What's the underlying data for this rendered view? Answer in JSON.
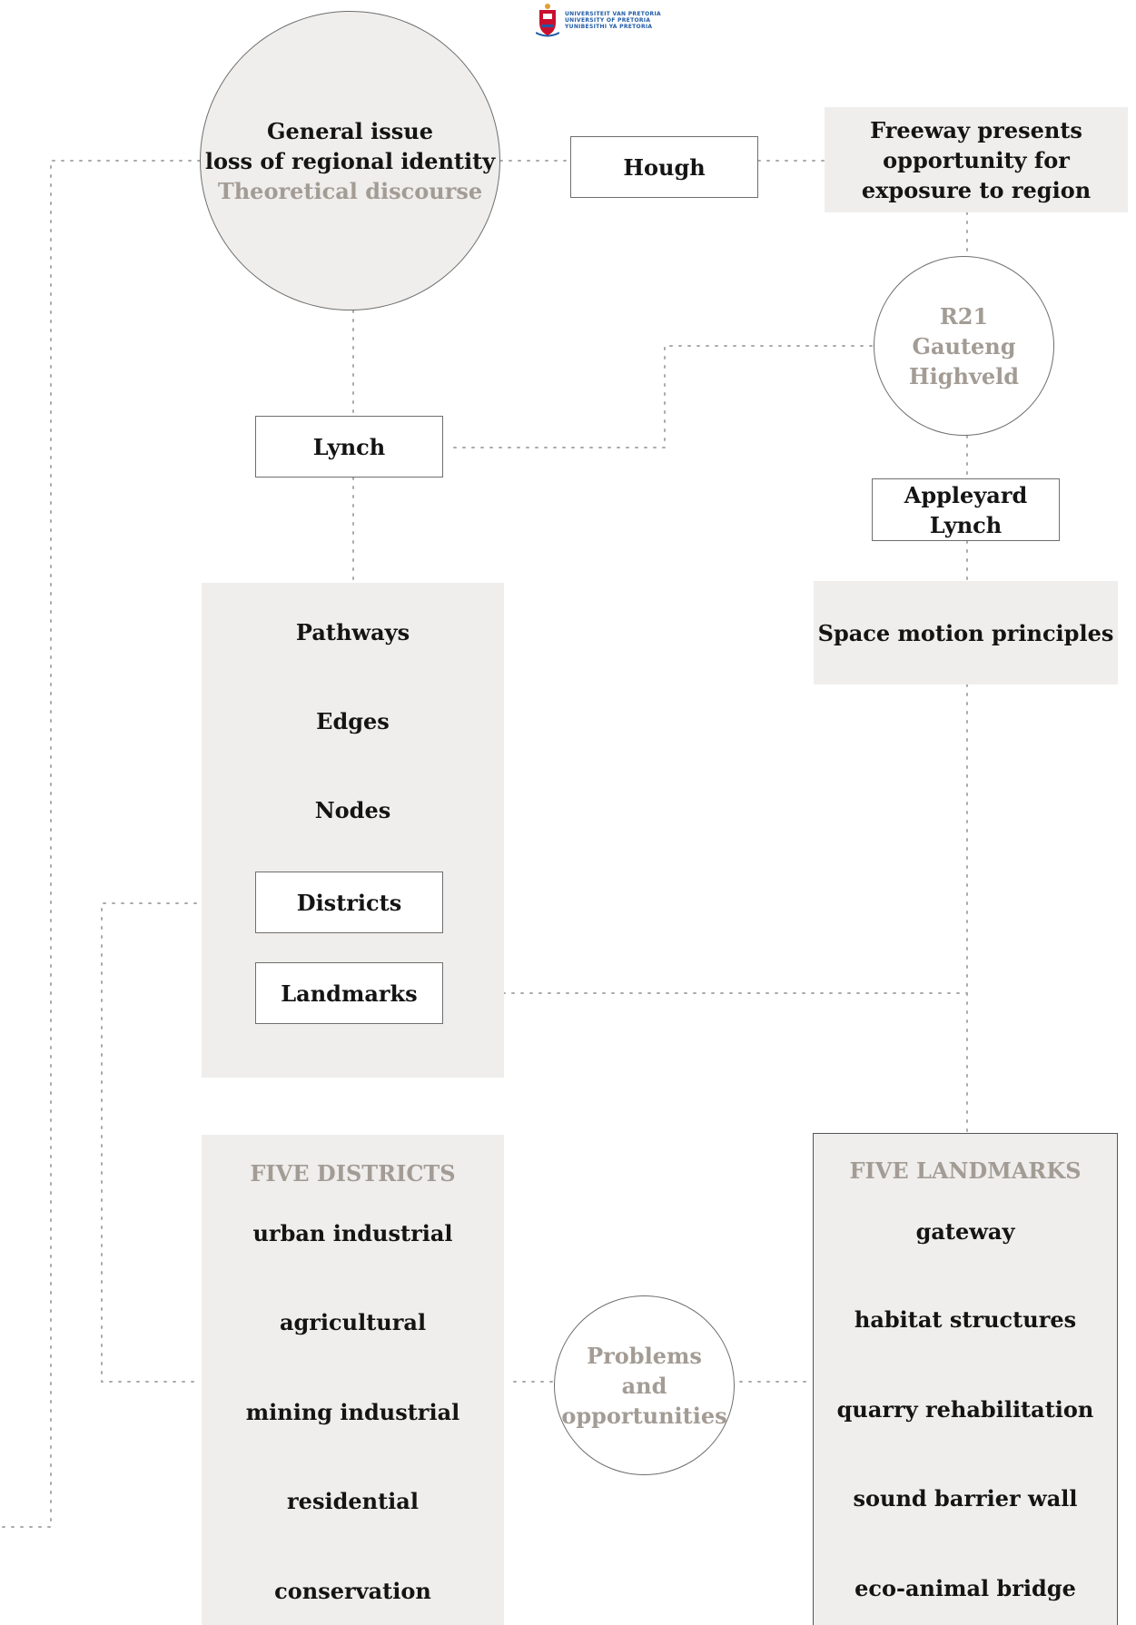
{
  "logo": {
    "lines": [
      "UNIVERSITEIT VAN PRETORIA",
      "UNIVERSITY OF PRETORIA",
      "YUNIBESITHI YA PRETORIA"
    ],
    "colors": {
      "shield_red": "#c8102e",
      "shield_blue": "#1f5aa6",
      "text": "#1f5aa6"
    }
  },
  "general_issue": {
    "line1": "General issue",
    "line2": "loss of regional identity",
    "line3": "Theoretical discourse"
  },
  "hough": {
    "label": "Hough"
  },
  "freeway": {
    "line1": "Freeway presents",
    "line2": "opportunity for",
    "line3": "exposure to region"
  },
  "r21": {
    "line1": "R21",
    "line2": "Gauteng",
    "line3": "Highveld"
  },
  "lynch": {
    "label": "Lynch"
  },
  "appleyard": {
    "line1": "Appleyard",
    "line2": "Lynch"
  },
  "space_motion": {
    "label": "Space motion principles"
  },
  "lynch_elements": {
    "pathways": "Pathways",
    "edges": "Edges",
    "nodes": "Nodes",
    "districts": "Districts",
    "landmarks": "Landmarks"
  },
  "five_districts": {
    "title": "FIVE DISTRICTS",
    "items": [
      "urban industrial",
      "agricultural",
      "mining industrial",
      "residential",
      "conservation"
    ]
  },
  "problems": {
    "line1": "Problems",
    "line2": "and",
    "line3": "opportunities"
  },
  "five_landmarks": {
    "title": "FIVE LANDMARKS",
    "items": [
      "gateway",
      "habitat structures",
      "quarry rehabilitation",
      "sound barrier wall",
      "eco-animal bridge"
    ]
  },
  "colors": {
    "panel": "#efeeec",
    "border": "#6e6e6e",
    "muted_text": "#a39c95",
    "text": "#141414",
    "connector": "#aaaaaa"
  }
}
